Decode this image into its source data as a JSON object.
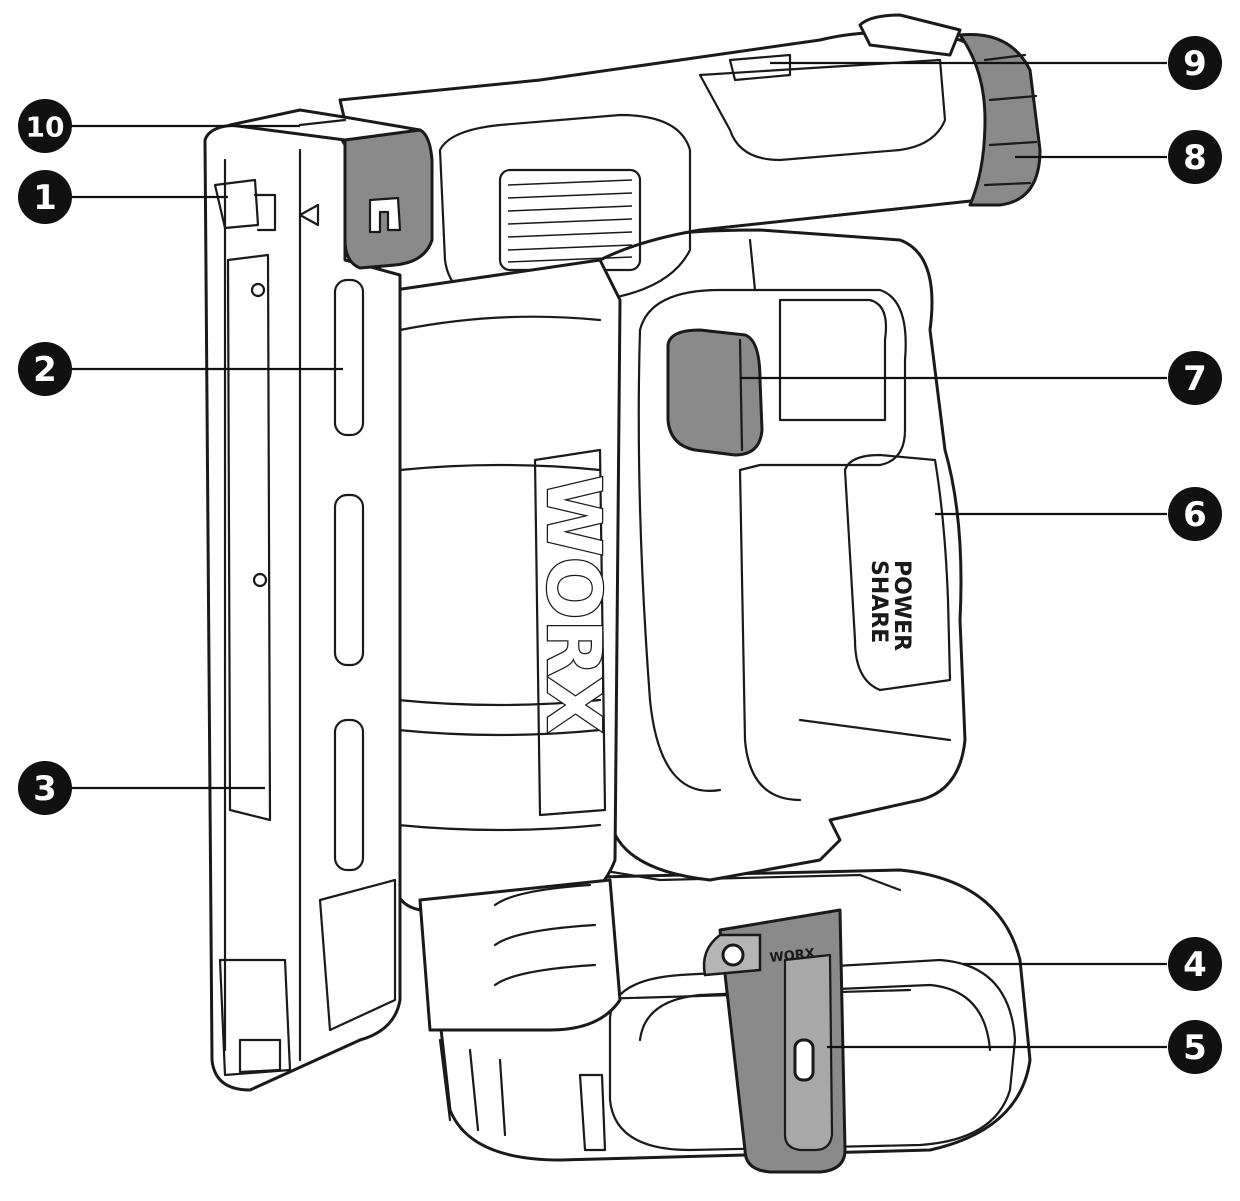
{
  "product_markings": {
    "brand": "WORX",
    "sub_brand_line1": "POWER",
    "sub_brand_line2": "SHARE",
    "belt_clip_text": "WORX"
  },
  "callouts": [
    {
      "id": "10",
      "label": "10"
    },
    {
      "id": "1",
      "label": "1"
    },
    {
      "id": "2",
      "label": "2"
    },
    {
      "id": "3",
      "label": "3"
    },
    {
      "id": "9",
      "label": "9"
    },
    {
      "id": "8",
      "label": "8"
    },
    {
      "id": "7",
      "label": "7"
    },
    {
      "id": "6",
      "label": "6"
    },
    {
      "id": "4",
      "label": "4"
    },
    {
      "id": "5",
      "label": "5"
    }
  ],
  "colors": {
    "line": "#1a1a1a",
    "grey_part": "#8a8a8a",
    "callout_fill": "#111111"
  }
}
